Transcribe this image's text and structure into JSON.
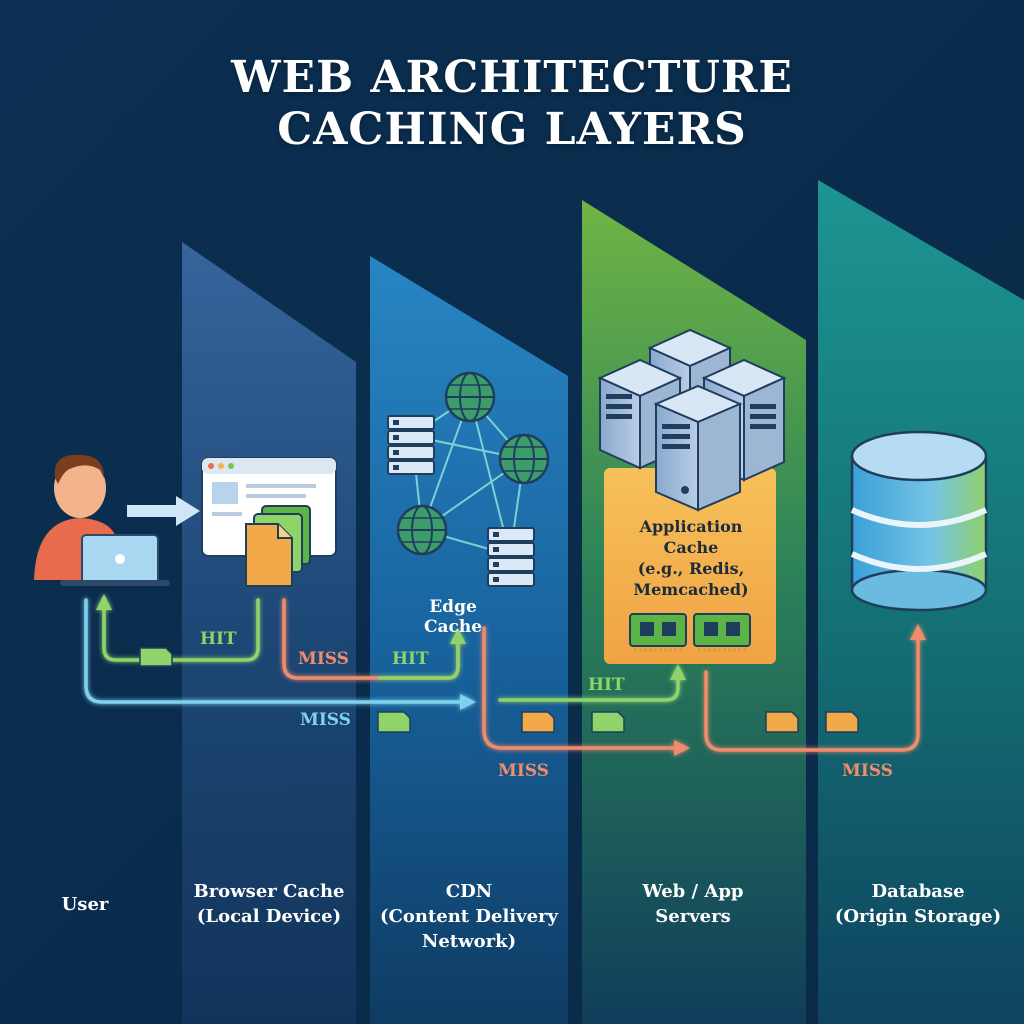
{
  "title": {
    "line1": "WEB ARCHITECTURE",
    "line2": "CACHING LAYERS"
  },
  "columns": {
    "user": {
      "label": "User"
    },
    "browser": {
      "line1": "Browser Cache",
      "line2": "(Local Device)"
    },
    "cdn": {
      "line1": "CDN",
      "line2": "(Content Delivery",
      "line3": "Network)"
    },
    "servers": {
      "line1": "Web / App",
      "line2": "Servers"
    },
    "database": {
      "line1": "Database",
      "line2": "(Origin Storage)"
    }
  },
  "nodes": {
    "edge_cache": "Edge Cache",
    "app_cache": {
      "line1": "Application",
      "line2": "Cache",
      "line3": "(e.g., Redis,",
      "line4": "Memcached)"
    }
  },
  "flows": {
    "browser_hit": "HIT",
    "browser_miss": "MISS",
    "cdn_hit": "HIT",
    "user_miss": "MISS",
    "app_hit": "HIT",
    "cdn_miss": "MISS",
    "db_miss": "MISS"
  },
  "colors": {
    "background": "#0e3358",
    "hit": "#8fd36a",
    "miss_orange": "#ef8c6c",
    "miss_blue": "#7fd2ee",
    "app_cache_box": "#f2a94a"
  }
}
